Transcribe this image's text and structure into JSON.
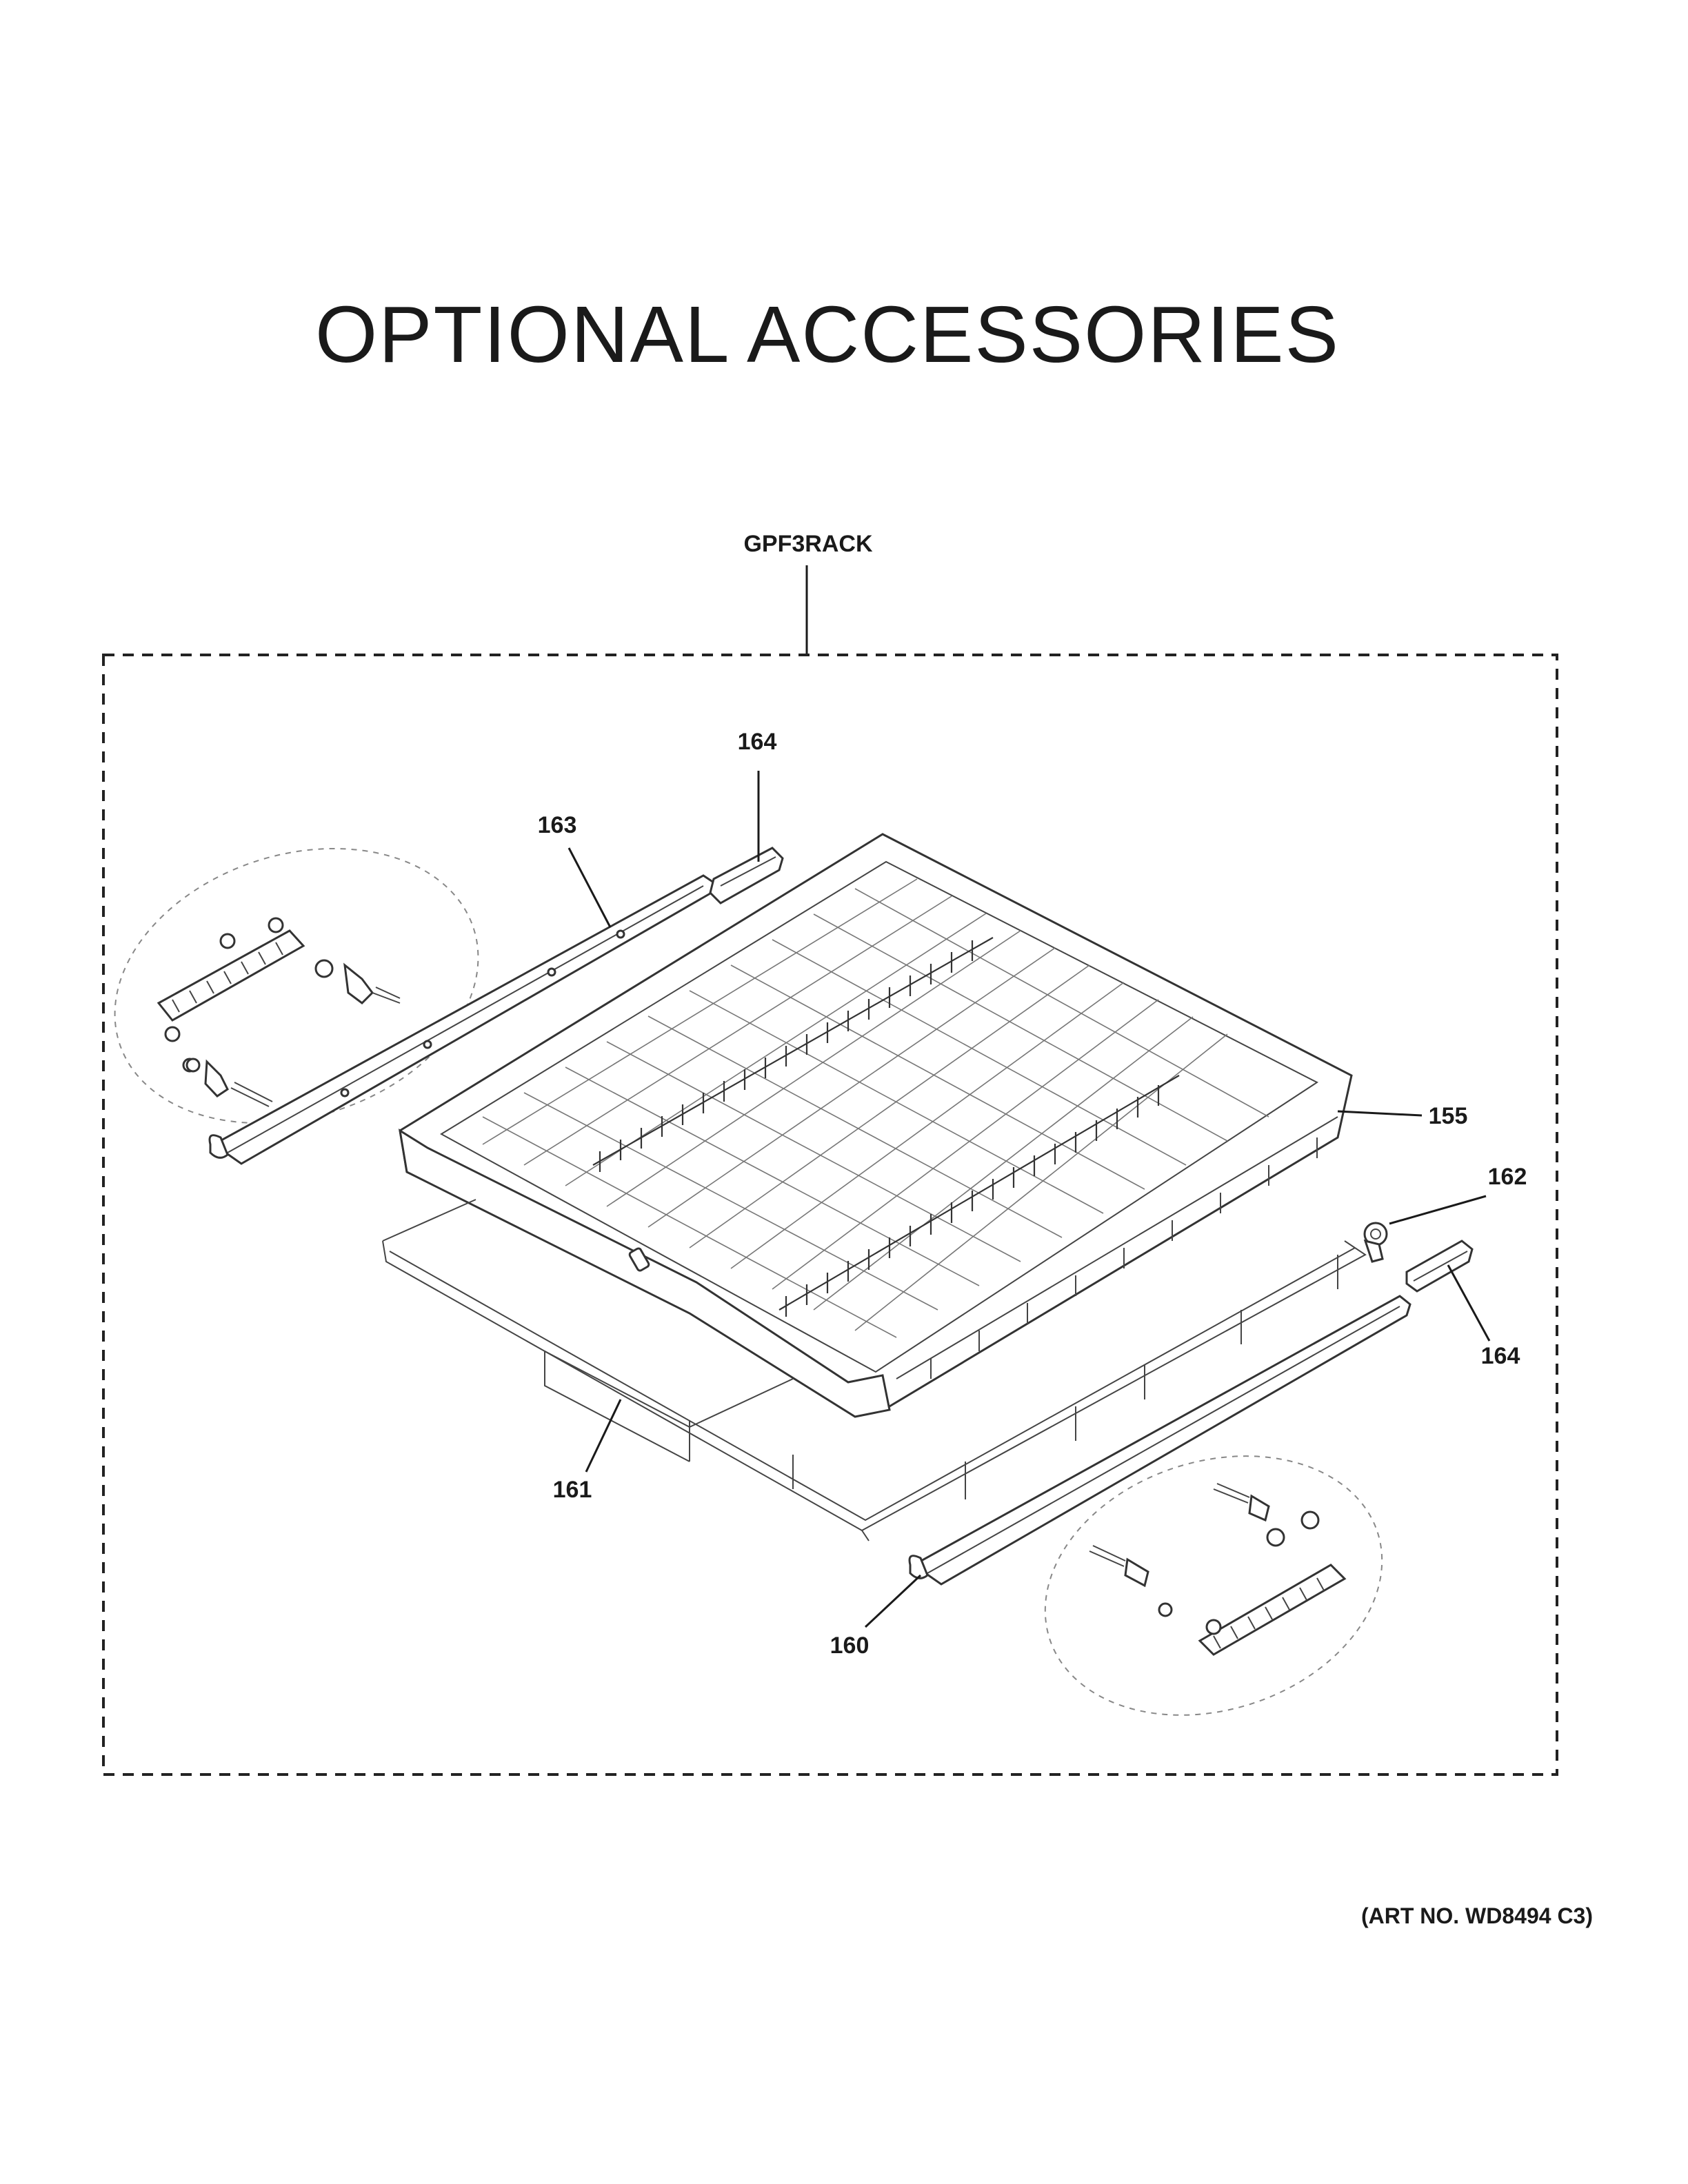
{
  "title": "OPTIONAL ACCESSORIES",
  "kit_label": "GPF3RACK",
  "callouts": {
    "c155": "155",
    "c160": "160",
    "c161": "161",
    "c162": "162",
    "c163": "163",
    "c164_top": "164",
    "c164_right": "164"
  },
  "art_number": "(ART NO. WD8494 C3)"
}
